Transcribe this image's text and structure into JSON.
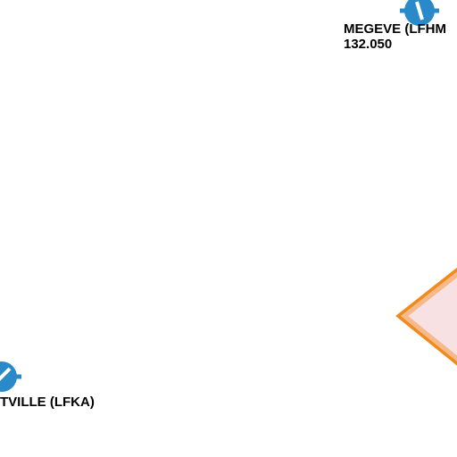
{
  "colors": {
    "airport_symbol": "#2a8ac9",
    "airspace_outline": "#f08a1c",
    "airspace_inner_band": "#f6b98a",
    "airspace_fill": "#f7e1e3",
    "label_text": "#000000",
    "background": "#ffffff"
  },
  "icons": {
    "airport": "airfield-symbol-icon"
  },
  "airports": {
    "megeve": {
      "name": "MEGEVE (LFHM",
      "frequency": "132.050"
    },
    "albertville": {
      "name": "TVILLE (LFKA)"
    }
  }
}
